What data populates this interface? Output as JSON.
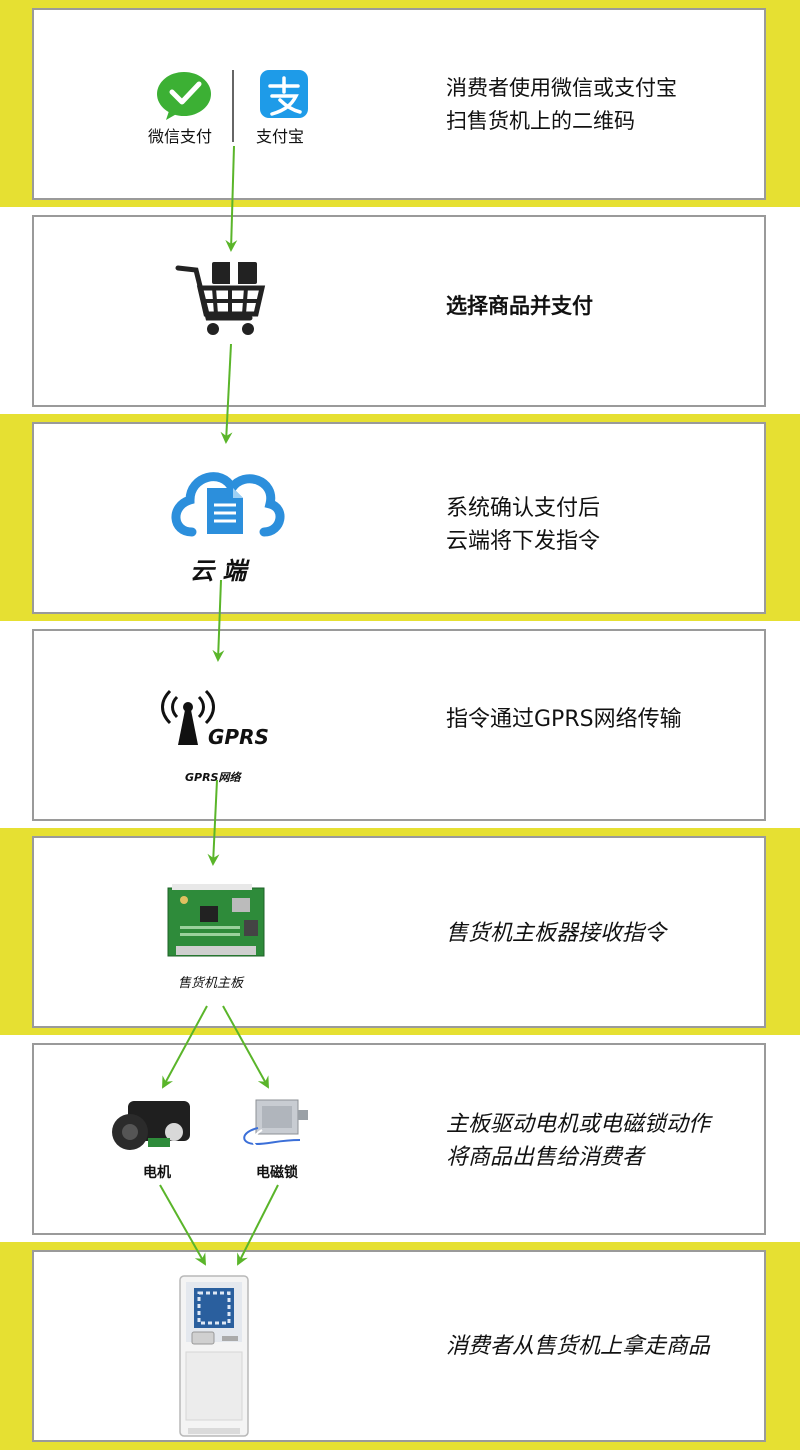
{
  "steps": [
    {
      "text": [
        "消费者使用微信或支付宝",
        "扫售货机上的二维码"
      ],
      "labels": {
        "wechat": "微信支付",
        "alipay": "支付宝"
      }
    },
    {
      "text": [
        "选择商品并支付"
      ]
    },
    {
      "text": [
        "系统确认支付后",
        "云端将下发指令"
      ],
      "labels": {
        "cloud": "云 端"
      }
    },
    {
      "text": [
        "指令通过GPRS网络传输"
      ],
      "labels": {
        "gprs_logo": "GPRS",
        "gprs_caption": "GPRS网络"
      }
    },
    {
      "text": [
        "售货机主板器接收指令"
      ],
      "labels": {
        "board": "售货机主板"
      }
    },
    {
      "text": [
        "主板驱动电机或电磁锁动作",
        "将商品出售给消费者"
      ],
      "labels": {
        "motor": "电机",
        "lock": "电磁锁"
      }
    },
    {
      "text": [
        "消费者从售货机上拿走商品"
      ]
    }
  ],
  "colors": {
    "band_yellow": "#e6e032",
    "arrow": "#5ab52a",
    "wechat": "#3cb034",
    "alipay": "#1e9be8",
    "cloud": "#2c8fdc"
  }
}
